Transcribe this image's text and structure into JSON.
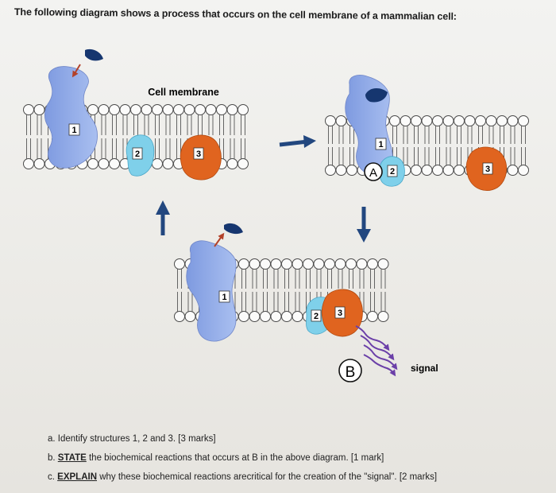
{
  "title": "The following diagram shows a process that occurs on the cell membrane of a mammalian cell:",
  "diagram": {
    "membrane_label": "Cell membrane",
    "labels": {
      "one": "1",
      "two": "2",
      "three": "3",
      "A": "A",
      "B": "B",
      "signal": "signal"
    }
  },
  "questions": [
    {
      "prefix": "a.",
      "emph": "",
      "text": "Identify structures 1, 2 and 3. [3 marks]"
    },
    {
      "prefix": "b.",
      "emph": "STATE",
      "text": " the biochemical reactions that occurs at B in the above diagram. [1 mark]"
    },
    {
      "prefix": "c.",
      "emph": "EXPLAIN",
      "text": " why these biochemical reactions arecritical for the creation of the \"signal\". [2 marks]"
    }
  ],
  "colors": {
    "receptor": "#93ace6",
    "g_alpha": "#7fd0ea",
    "effector": "#e0641f",
    "ligand": "#16366f",
    "arrow": "#22477f",
    "signal": "#6b3fa8",
    "membrane": "#4a4a4a"
  }
}
